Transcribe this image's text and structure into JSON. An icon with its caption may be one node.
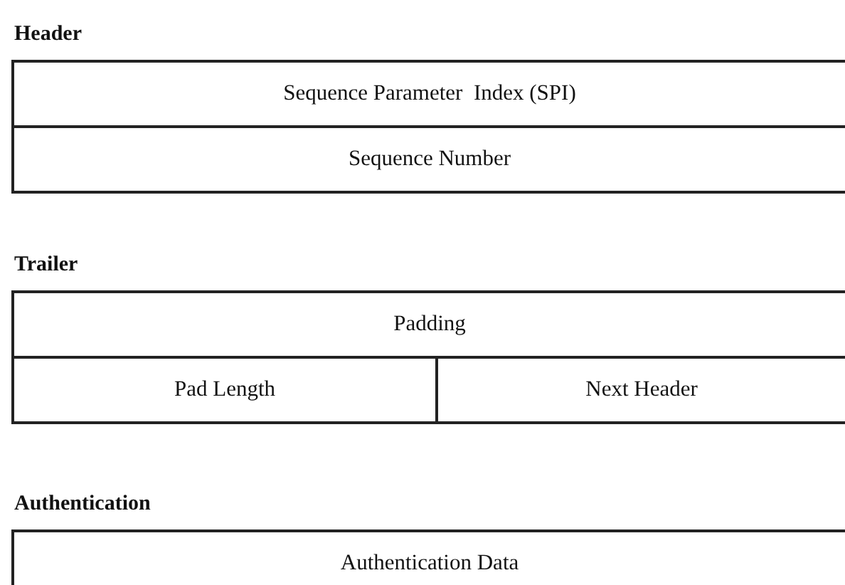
{
  "diagram": {
    "nodes": [
      {
        "text": [
          "Header"
        ]
      },
      {
        "text": [
          "Sequence Parameter  Index (SPI)"
        ],
        "in": 0
      },
      {
        "text": [
          "Sequence Number"
        ],
        "in": 0
      },
      {
        "text": [
          "Trailer"
        ]
      },
      {
        "text": [
          "Padding"
        ],
        "in": 3
      },
      {
        "text": [
          "Pad Length"
        ],
        "in": 3
      },
      {
        "text": [
          "Next Header"
        ],
        "in": 3
      },
      {
        "text": [
          "Authentication"
        ]
      },
      {
        "text": [
          "Authentication Data"
        ],
        "in": 7
      }
    ]
  }
}
